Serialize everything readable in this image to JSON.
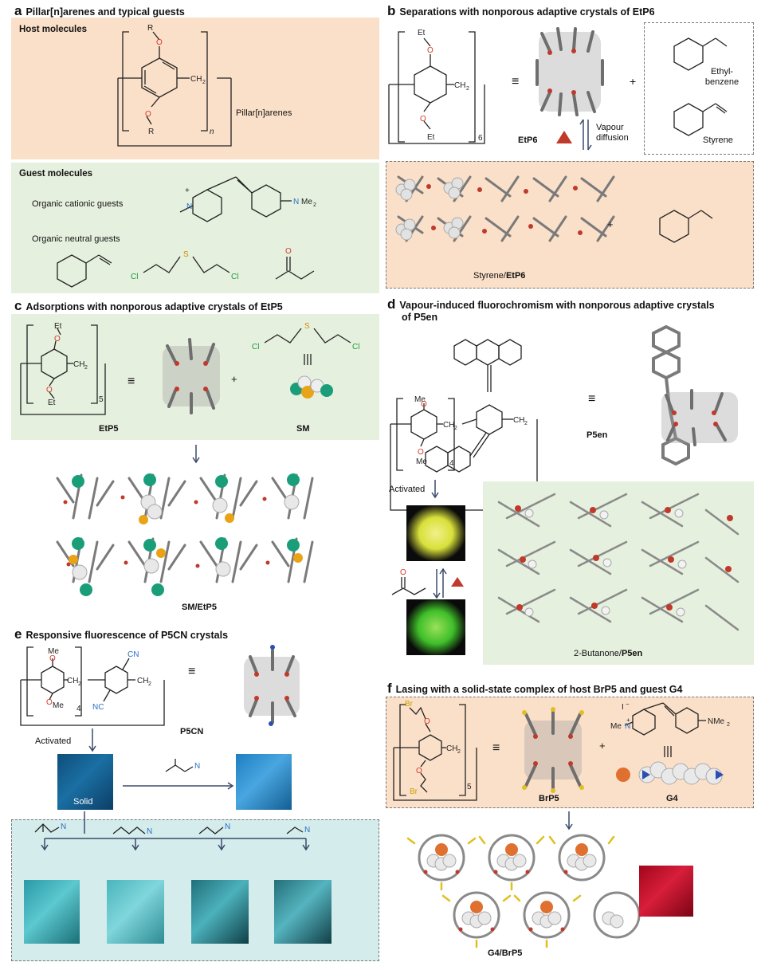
{
  "panels": {
    "a": {
      "letter": "a",
      "title": "Pillar[n]arenes and typical guests",
      "host_heading": "Host molecules",
      "host_name": "Pillar[n]arenes",
      "guest_heading": "Guest molecules",
      "cationic_label": "Organic cationic guests",
      "neutral_label": "Organic neutral guests"
    },
    "b": {
      "letter": "b",
      "title": "Separations with nonporous adaptive crystals of EtP6",
      "host_code": "EtP6",
      "process": "Vapour diffusion",
      "guest1": "Ethyl-benzene",
      "guest2": "Styrene",
      "complex_prefix": "Styrene/",
      "complex_host": "EtP6"
    },
    "c": {
      "letter": "c",
      "title": "Adsorptions with nonporous adaptive crystals of EtP5",
      "host_code": "EtP5",
      "guest_code": "SM",
      "complex": "SM/EtP5"
    },
    "d": {
      "letter": "d",
      "title_line1": "Vapour-induced fluorochromism with nonporous adaptive crystals",
      "title_line2": "of P5en",
      "host_code": "P5en",
      "activated": "Activated",
      "complex_prefix": "2-Butanone/",
      "complex_host": "P5en"
    },
    "e": {
      "letter": "e",
      "title": "Responsive fluorescence of  P5CN crystals",
      "host_code": "P5CN",
      "activated": "Activated",
      "solid": "Solid"
    },
    "f": {
      "letter": "f",
      "title": "Lasing with a solid-state complex of host BrP5 and guest G4",
      "host_code": "BrP5",
      "guest_code": "G4",
      "complex": "G4/BrP5"
    }
  },
  "colors": {
    "host_bg": "#fbe0c9",
    "guest_bg": "#e6f0de",
    "cyan_bg": "#d5ecec",
    "oxygen": "#d43a2a",
    "nitrogen": "#2a6fc4",
    "chlorine": "#1e9a3c",
    "sulfur": "#d98a00",
    "arrow": "#3b4a6b",
    "heat_triangle": "#c0392b"
  }
}
